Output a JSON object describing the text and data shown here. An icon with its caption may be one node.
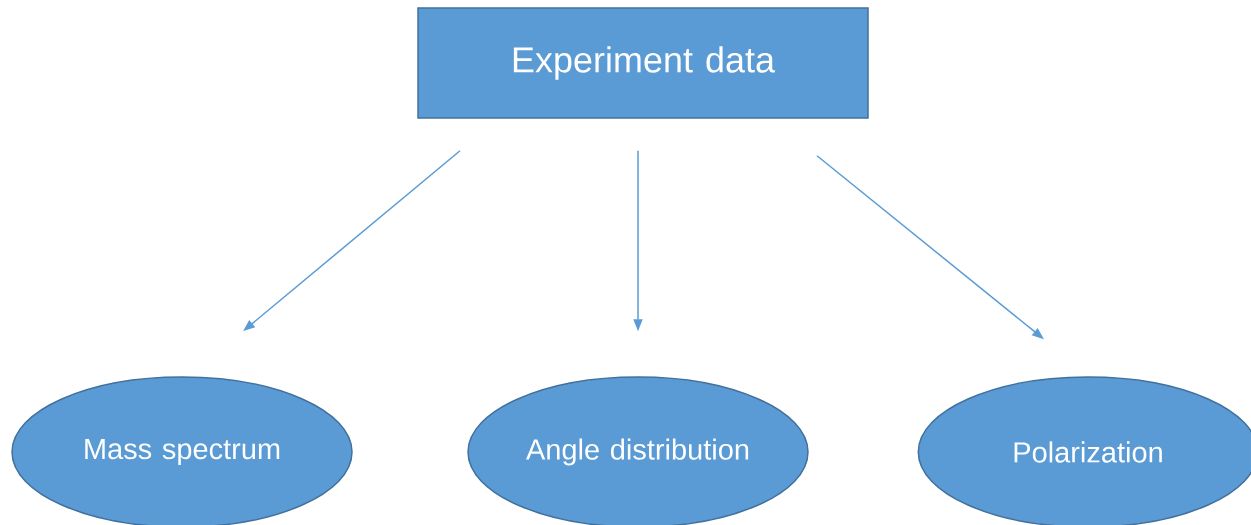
{
  "diagram": {
    "nodes": [
      {
        "text": [
          "Experiment data"
        ]
      },
      {
        "text": [
          "Mass spectrum"
        ]
      },
      {
        "text": [
          "Angle distribution"
        ]
      },
      {
        "text": [
          "Polarization"
        ]
      }
    ],
    "edges": [
      {
        "from": 0,
        "to": 1,
        "arrow": "to"
      },
      {
        "from": 0,
        "to": 2,
        "arrow": "to"
      },
      {
        "from": 0,
        "to": 3,
        "arrow": "to"
      }
    ]
  }
}
